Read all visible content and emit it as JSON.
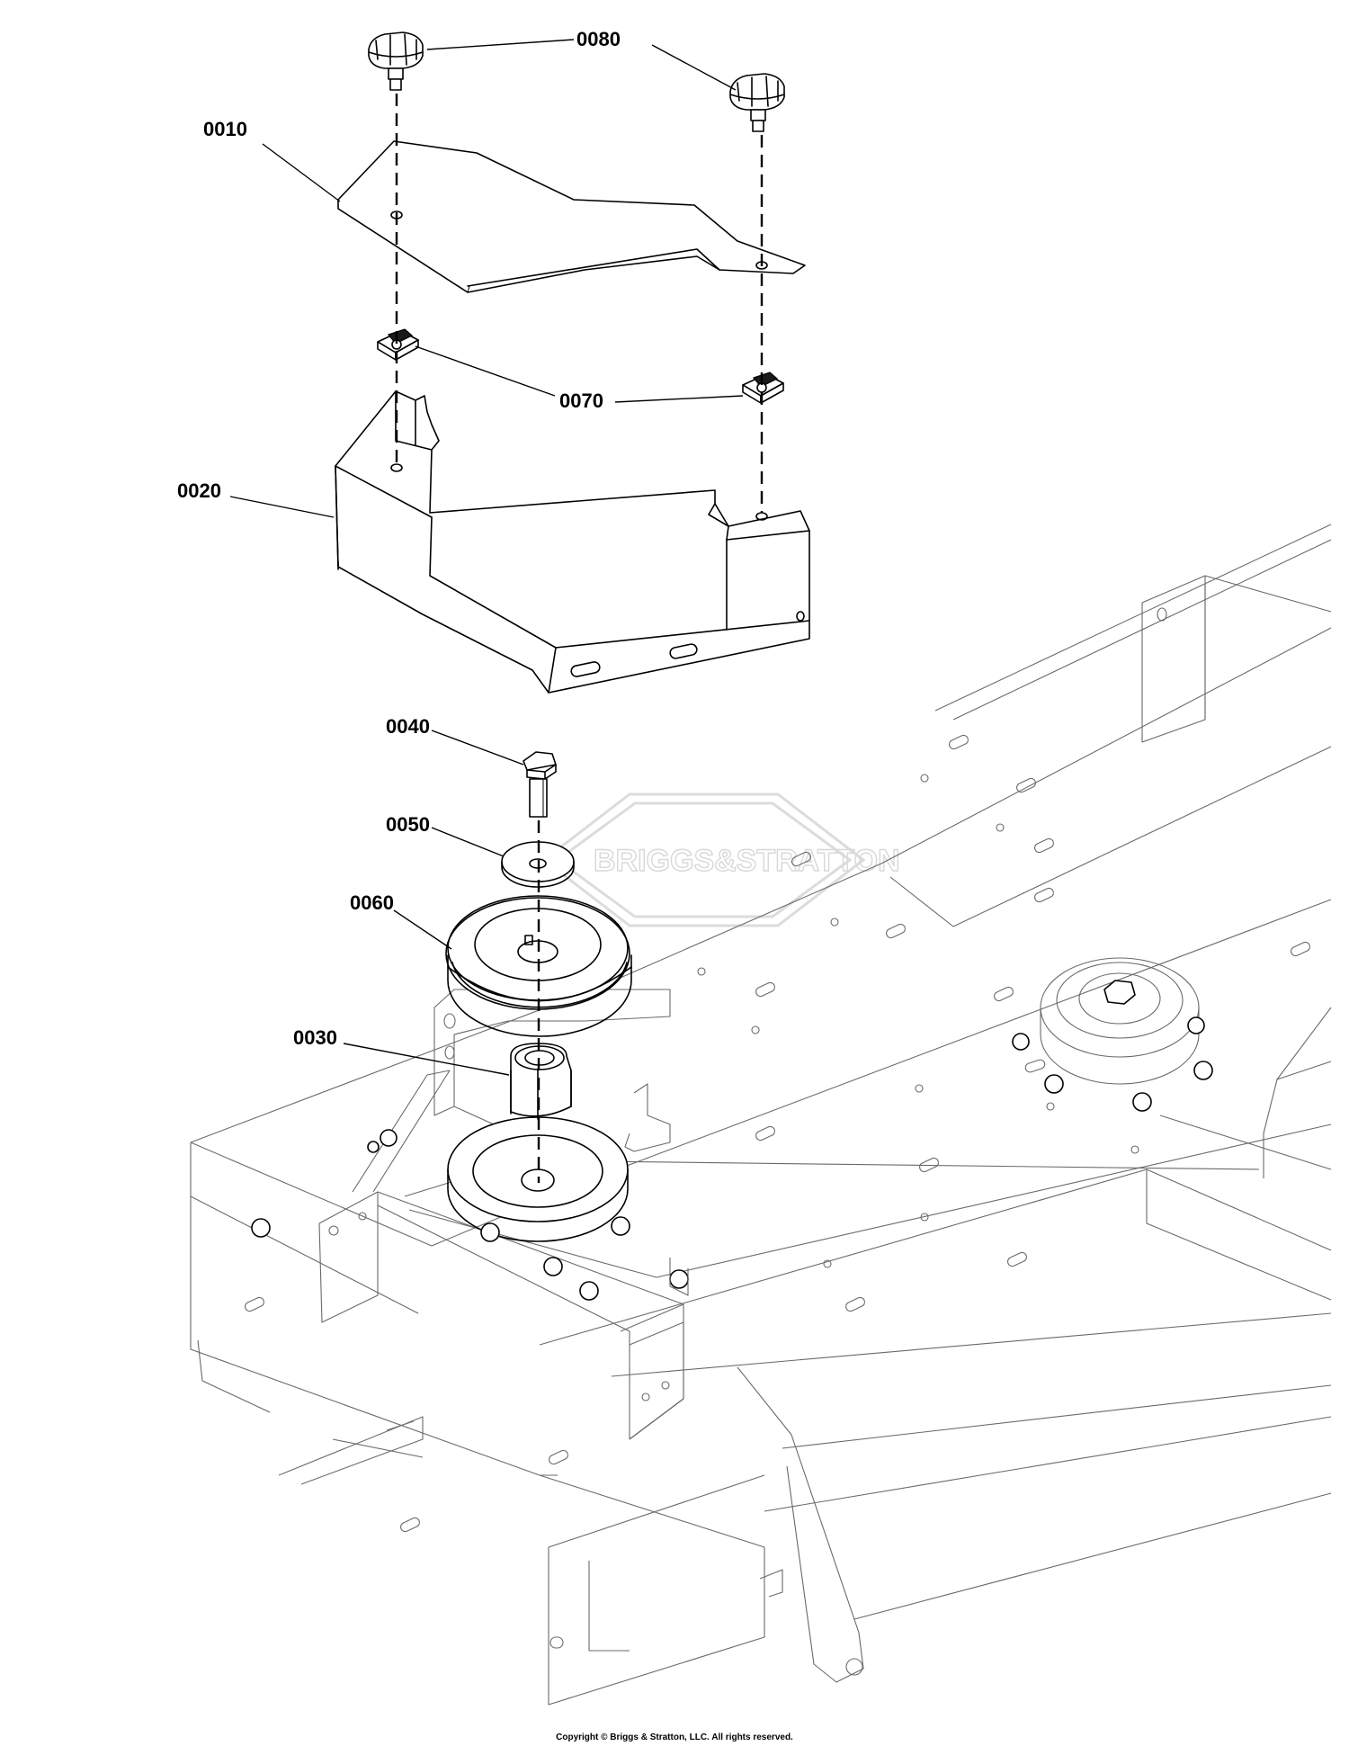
{
  "parts": [
    {
      "number": "0010",
      "part": "cover-plate"
    },
    {
      "number": "0020",
      "part": "belt-shield"
    },
    {
      "number": "0030",
      "part": "spacer"
    },
    {
      "number": "0040",
      "part": "bolt"
    },
    {
      "number": "0050",
      "part": "washer"
    },
    {
      "number": "0060",
      "part": "pulley"
    },
    {
      "number": "0070",
      "part": "clip-nut"
    },
    {
      "number": "0080",
      "part": "knob"
    }
  ],
  "watermark": {
    "brand": "BRIGGS&STRATTON"
  },
  "footer": {
    "copyright": "Copyright © Briggs & Stratton, LLC. All rights reserved."
  }
}
